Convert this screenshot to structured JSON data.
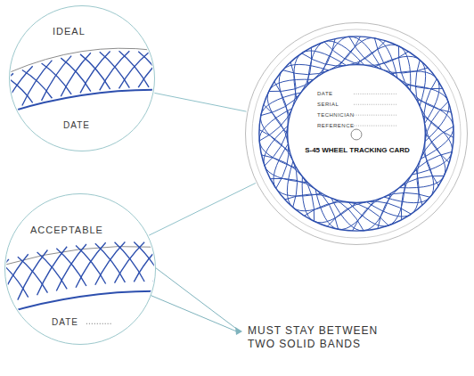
{
  "diagram": {
    "nodes": [
      {
        "text": [
          "IDEAL",
          "DATE"
        ]
      },
      {
        "text": [
          "ACCEPTABLE",
          "DATE"
        ]
      },
      {
        "text": [
          "DATE",
          "SERIAL",
          "TECHNICIAN",
          "REFERENCE",
          "S-45 WHEEL TRACKING CARD"
        ]
      }
    ],
    "edges": [
      {
        "from": 0,
        "to": 2,
        "arrow": "none"
      },
      {
        "from": 1,
        "to": 2,
        "arrow": "none"
      }
    ],
    "labels": [
      "MUST STAY BETWEEN TWO SOLID BANDS"
    ]
  }
}
